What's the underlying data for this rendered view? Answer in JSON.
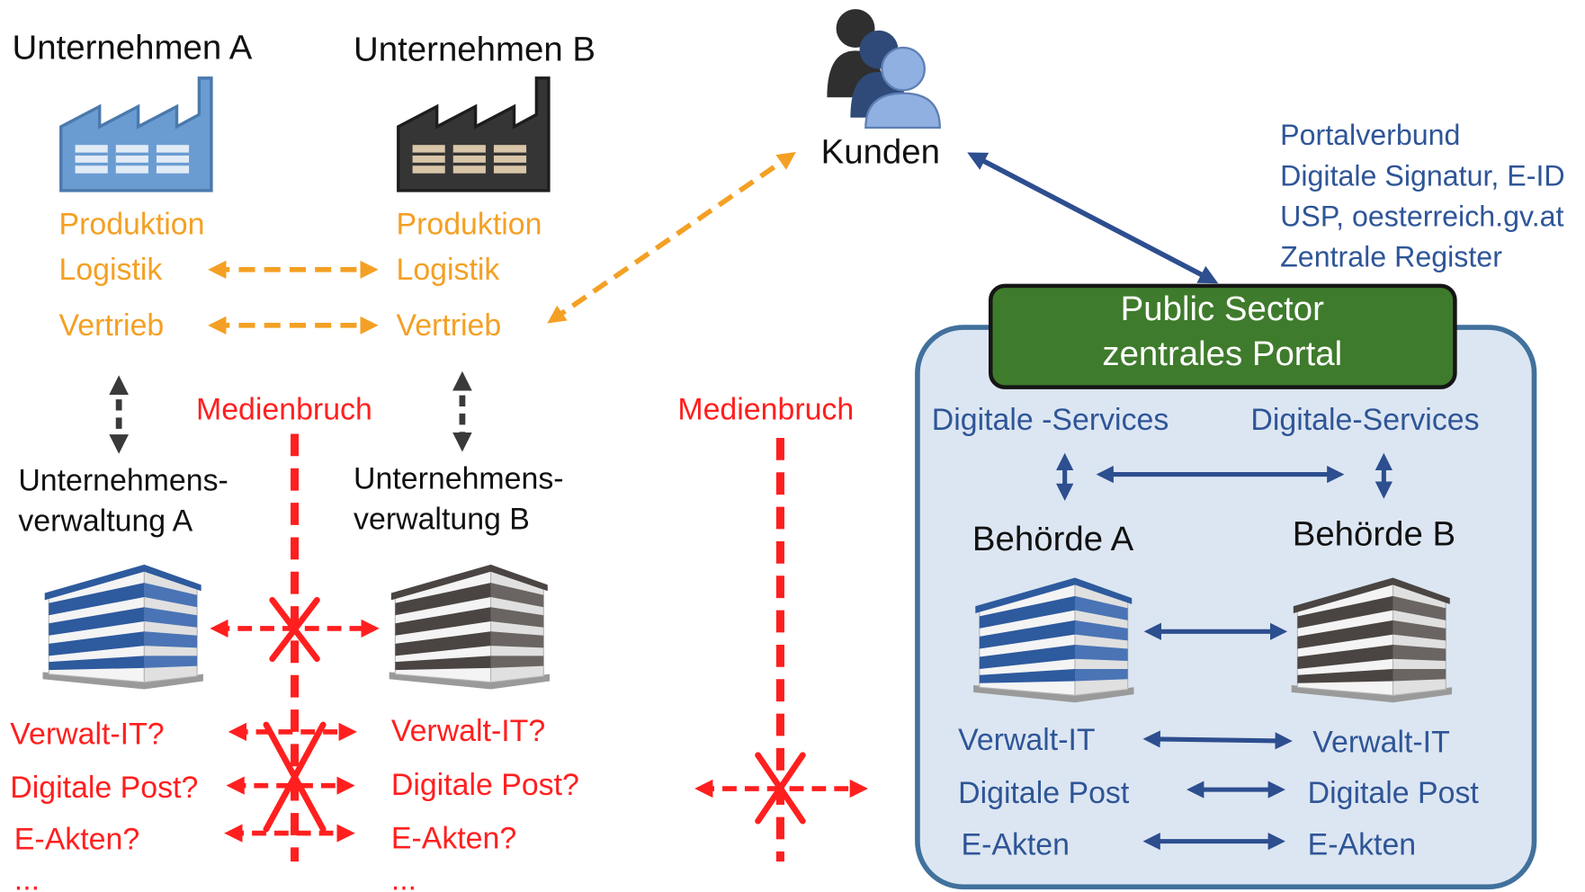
{
  "colors": {
    "orange": "#f4a024",
    "red": "#ff1f1f",
    "blue_text": "#2f5597",
    "blue_arrow": "#2d4e8f",
    "dark_arrow": "#3a3a3a",
    "portal_green": "#3f7b2c",
    "panel_fill": "#dce6f2",
    "panel_border": "#41719c"
  },
  "icons": {
    "factory": "factory-icon",
    "office": "office-building-icon",
    "customers": "people-group-icon"
  },
  "companies": [
    {
      "title": "Unternehmen A",
      "functions": [
        "Produktion",
        "Logistik",
        "Vertrieb"
      ],
      "administration": [
        "Unternehmens-",
        "verwaltung A"
      ],
      "admin_systems": [
        "Verwalt-IT?",
        "Digitale Post?",
        "E-Akten?",
        "..."
      ]
    },
    {
      "title": "Unternehmen B",
      "functions": [
        "Produktion",
        "Logistik",
        "Vertrieb"
      ],
      "administration": [
        "Unternehmens-",
        "verwaltung B"
      ],
      "admin_systems": [
        "Verwalt-IT?",
        "Digitale Post?",
        "E-Akten?",
        "..."
      ]
    }
  ],
  "media_breaks": [
    "Medienbruch",
    "Medienbruch"
  ],
  "customers": {
    "label": "Kunden"
  },
  "portal_features": [
    "Portalverbund",
    "Digitale Signatur, E-ID",
    "USP, oesterreich.gv.at",
    "Zentrale Register"
  ],
  "public_sector": {
    "portal": [
      "Public Sector",
      "zentrales Portal"
    ],
    "services": [
      "Digitale -Services",
      "Digitale-Services"
    ],
    "authorities": [
      {
        "name": "Behörde A",
        "systems": [
          "Verwalt-IT",
          "Digitale Post",
          "E-Akten"
        ]
      },
      {
        "name": "Behörde B",
        "systems": [
          "Verwalt-IT",
          "Digitale Post",
          "E-Akten"
        ]
      }
    ]
  }
}
